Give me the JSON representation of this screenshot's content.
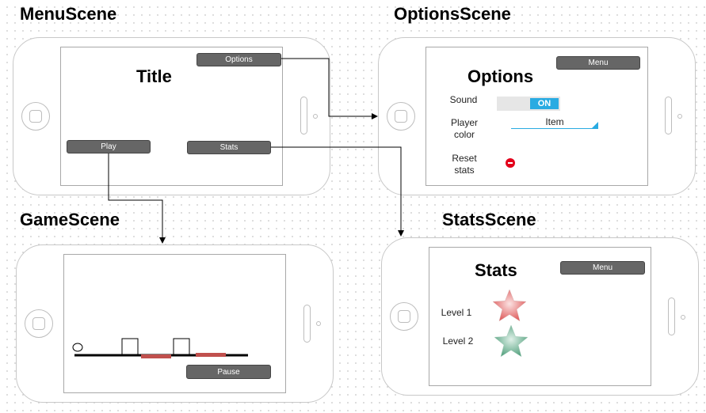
{
  "scenes": {
    "menu": {
      "name": "MenuScene"
    },
    "options": {
      "name": "OptionsScene"
    },
    "game": {
      "name": "GameScene"
    },
    "stats": {
      "name": "StatsScene"
    }
  },
  "menu_screen": {
    "title": "Title",
    "options_button": "Options",
    "play_button": "Play",
    "stats_button": "Stats"
  },
  "options_screen": {
    "menu_button": "Menu",
    "heading": "Options",
    "sound_label": "Sound",
    "sound_toggle": "ON",
    "player_color_label": "Player color",
    "player_color_value": "Item",
    "reset_label": "Reset stats"
  },
  "game_screen": {
    "pause_button": "Pause"
  },
  "stats_screen": {
    "menu_button": "Menu",
    "heading": "Stats",
    "level1_label": "Level 1",
    "level2_label": "Level 2"
  },
  "colors": {
    "button_bg": "#666666",
    "accent_blue": "#29abe2",
    "hazard_red": "#c0504d",
    "star_red": "#e06060",
    "star_green": "#5aa583",
    "reset_red": "#e3001b"
  }
}
